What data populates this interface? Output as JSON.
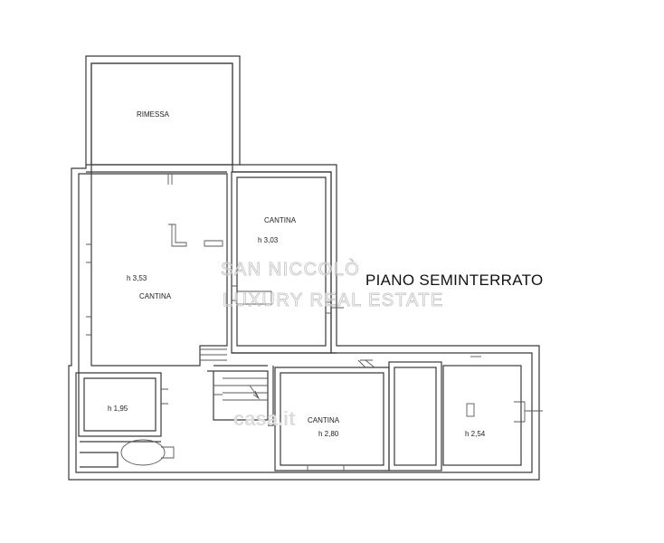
{
  "title": "PIANO SEMINTERRATO",
  "rooms": {
    "rimessa": {
      "name": "RIMESSA"
    },
    "cantina_large": {
      "name": "CANTINA",
      "height": "h 3,53"
    },
    "cantina_right": {
      "name": "CANTINA",
      "height": "h 3,03"
    },
    "small_room": {
      "height": "h 1,95"
    },
    "cantina_bottom": {
      "name": "CANTINA",
      "height": "h 2,80"
    },
    "east_room": {
      "height": "h 2,54"
    }
  },
  "watermarks": {
    "brand_line1": "SAN NICCOLÒ",
    "brand_line2": "LUXURY REAL ESTATE",
    "site": "casa.it"
  }
}
